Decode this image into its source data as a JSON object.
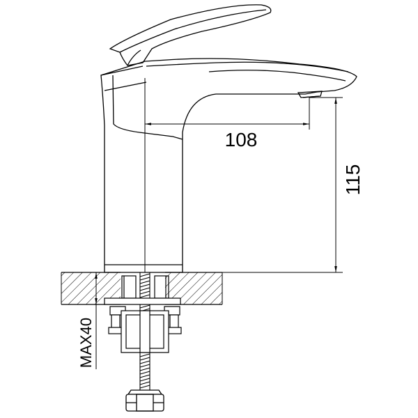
{
  "dimensions": {
    "spout_reach": "108",
    "spout_height": "115",
    "max_deck_thickness": "MAX40"
  },
  "colors": {
    "line": "#000000",
    "background": "#ffffff"
  }
}
